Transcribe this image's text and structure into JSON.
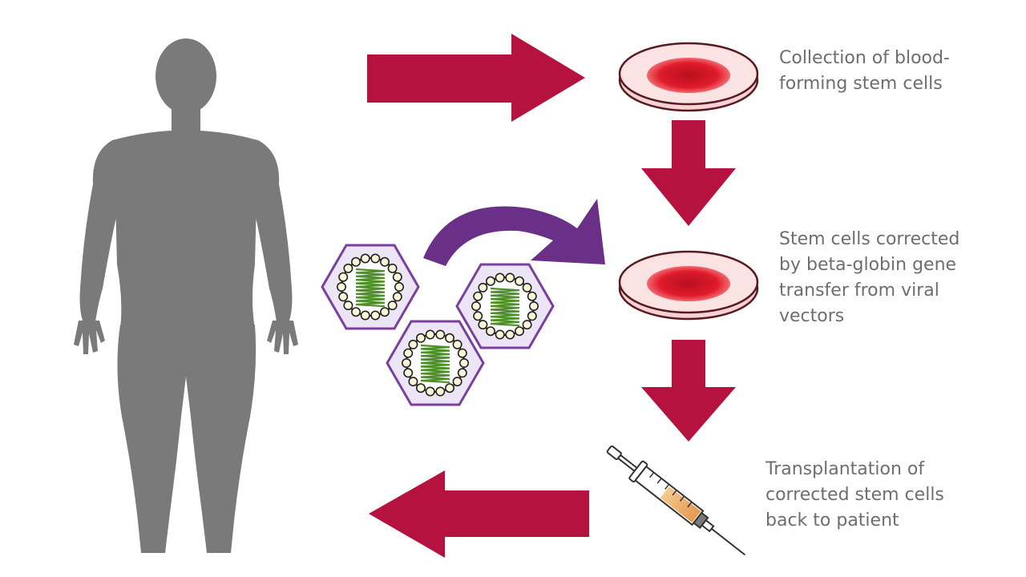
{
  "steps": [
    {
      "label": "Collection of blood-\nforming stem cells"
    },
    {
      "label": "Stem cells corrected\nby beta-globin gene\ntransfer from viral\nvectors"
    },
    {
      "label": "Transplantation of\ncorrected stem cells\nback to patient"
    }
  ],
  "icons": {
    "patient": "human-silhouette-icon",
    "dish": "petri-dish-icon",
    "vector": "viral-vector-icon",
    "syringe": "syringe-icon"
  },
  "colors": {
    "arrow": "#b5123f",
    "curved_arrow": "#6a2f86",
    "silhouette": "#7a7a7a",
    "text": "#6e6e6e",
    "dish_red": "#e01b2c",
    "vector_outline": "#7b3fa0",
    "vector_fill": "#ece5f6",
    "dna_green": "#4e8f2a"
  }
}
